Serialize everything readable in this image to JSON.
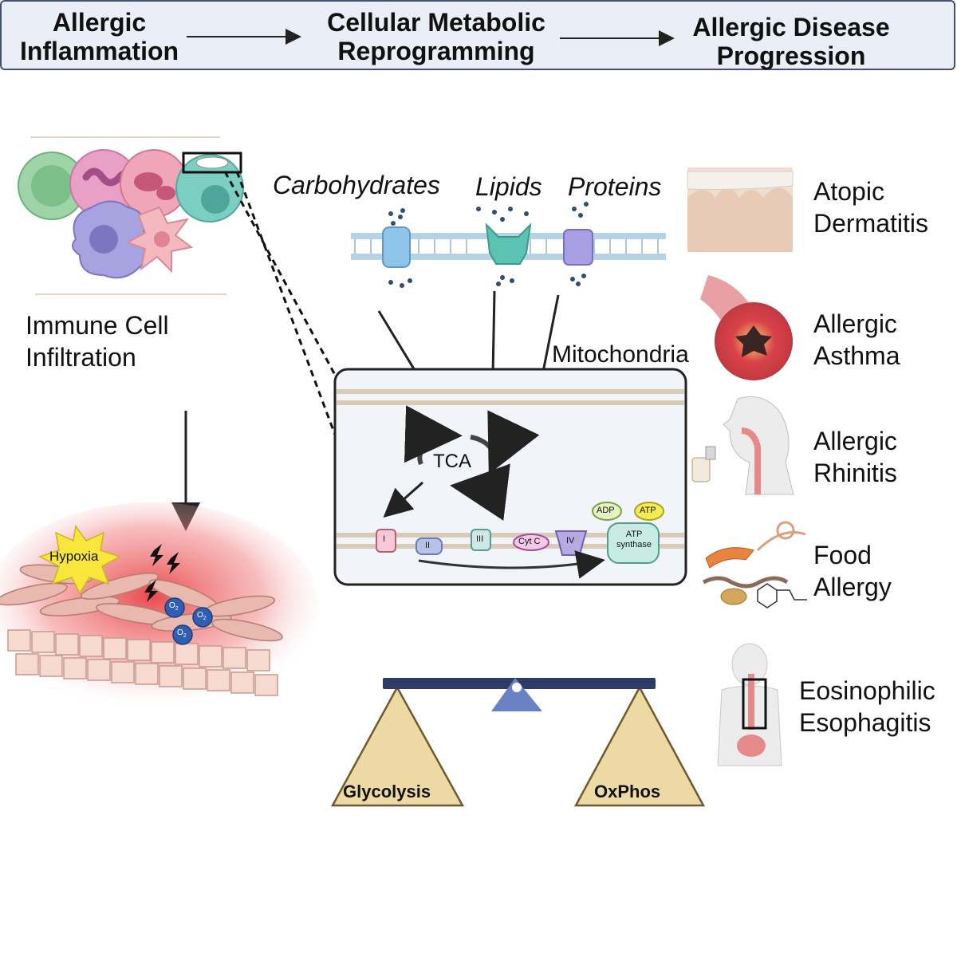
{
  "header": {
    "stage_1": [
      "Allergic",
      "Inflammation"
    ],
    "stage_2": [
      "Cellular Metabolic",
      "Reprogramming"
    ],
    "stage_3": [
      "Allergic Disease",
      "Progression"
    ]
  },
  "left": {
    "immune_caption": [
      "Immune Cell",
      "Infiltration"
    ],
    "hypoxia": "Hypoxia",
    "oxygen": "O",
    "oxygen_sub": "2"
  },
  "nutrients": [
    "Carbohydrates",
    "Lipids",
    "Proteins"
  ],
  "mito": {
    "title": "Mitochondria",
    "tca": "TCA",
    "complexes": [
      "I",
      "II",
      "III",
      "Cyt C",
      "IV"
    ],
    "adp": "ADP",
    "atp": "ATP",
    "atp_synthase": [
      "ATP",
      "synthase"
    ]
  },
  "balance": {
    "left": "Glycolysis",
    "right": "OxPhos"
  },
  "diseases": [
    [
      "Atopic",
      "Dermatitis"
    ],
    [
      "Allergic",
      "Asthma"
    ],
    [
      "Allergic",
      "Rhinitis"
    ],
    [
      "Food",
      "Allergy"
    ],
    [
      "Eosinophilic",
      "Esophagitis"
    ]
  ],
  "colors": {
    "banner_fill": "#e9eef7",
    "banner_border": "#40506e",
    "balance_beam": "#303a66",
    "fulcrum": "#6a82c4",
    "weight": "#ecd9a4",
    "inflammation": "#e8353a"
  }
}
